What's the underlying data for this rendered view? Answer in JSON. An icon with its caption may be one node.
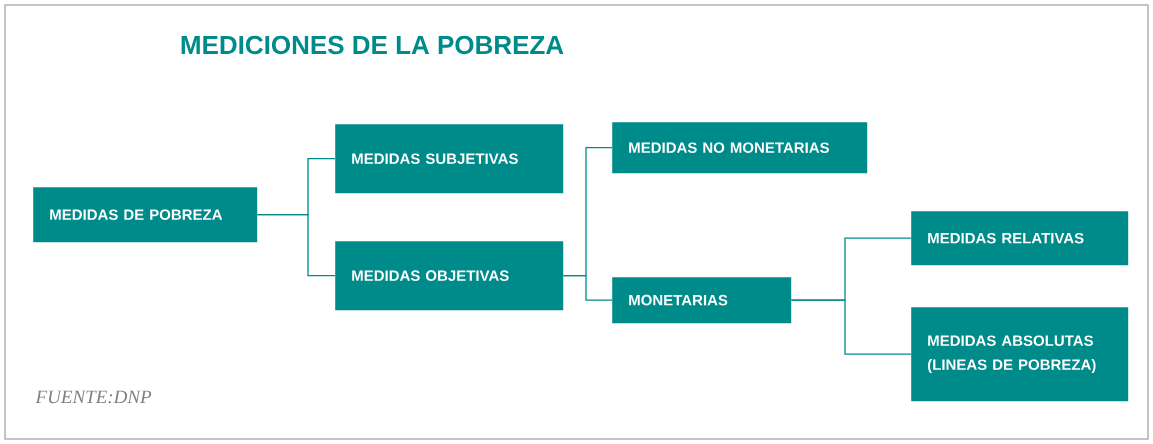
{
  "diagram": {
    "title": "MEDICIONES DE LA POBREZA",
    "nodes": [
      {
        "text": [
          "MEDIDAS DE POBREZA"
        ]
      },
      {
        "text": [
          "MEDIDAS SUBJETIVAS"
        ]
      },
      {
        "text": [
          "MEDIDAS OBJETIVAS"
        ]
      },
      {
        "text": [
          "MEDIDAS NO MONETARIAS"
        ]
      },
      {
        "text": [
          "MONETARIAS"
        ]
      },
      {
        "text": [
          "MEDIDAS RELATIVAS"
        ]
      },
      {
        "text": [
          "MEDIDAS ABSOLUTAS (LINEAS DE POBREZA)"
        ]
      }
    ],
    "edges": [
      {
        "from": 0,
        "to": 1,
        "arrow": "none"
      },
      {
        "from": 0,
        "to": 2,
        "arrow": "none"
      },
      {
        "from": 2,
        "to": 3,
        "arrow": "none"
      },
      {
        "from": 2,
        "to": 4,
        "arrow": "none"
      },
      {
        "from": 4,
        "to": 5,
        "arrow": "none"
      },
      {
        "from": 4,
        "to": 6,
        "arrow": "none"
      }
    ],
    "labels": [
      "FUENTE:DNP"
    ]
  }
}
